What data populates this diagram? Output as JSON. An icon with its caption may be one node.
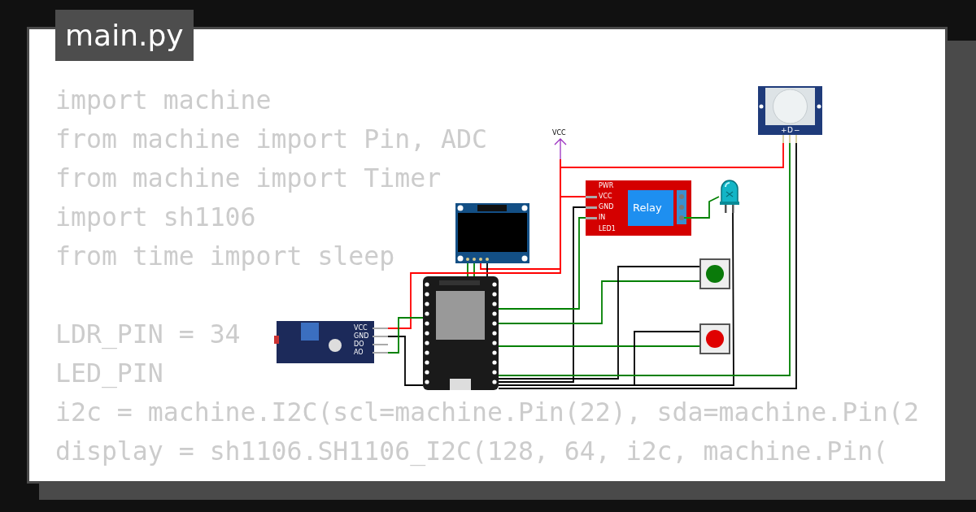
{
  "diagram": {
    "nodes": [
      {
        "text": [
          "+",
          "D",
          "−"
        ]
      },
      {
        "text": [
          "VCC"
        ]
      },
      {
        "text": [],
        "shape": "picture"
      },
      {
        "text": [
          "PWR",
          "VCC",
          "GND",
          "IN",
          "LED1",
          "Relay"
        ]
      },
      {
        "text": [],
        "shape": "picture"
      },
      {
        "text": [],
        "shape": "picture"
      },
      {
        "text": [],
        "shape": "picture"
      },
      {
        "text": [],
        "shape": "picture"
      },
      {
        "text": [
          "VCC",
          "GND",
          "DO",
          "AO"
        ]
      }
    ],
    "edges": [
      {
        "from": 2,
        "to": 1,
        "arrow": "none",
        "color": "#ff0000"
      },
      {
        "from": 2,
        "to": 6,
        "arrow": "none"
      },
      {
        "from": 2,
        "to": 6,
        "arrow": "none"
      },
      {
        "from": 2,
        "to": 6,
        "arrow": "none",
        "color": "#000000"
      },
      {
        "from": 1,
        "to": 0,
        "arrow": "none",
        "color": "#ff0000"
      },
      {
        "from": 1,
        "to": 3,
        "arrow": "none",
        "color": "#ff0000"
      },
      {
        "from": 1,
        "to": 8,
        "arrow": "none",
        "color": "#ff0000"
      },
      {
        "from": 3,
        "to": 6,
        "arrow": "none",
        "color": "#000000"
      },
      {
        "from": 3,
        "to": 6,
        "arrow": "none"
      },
      {
        "from": 3,
        "to": 4,
        "arrow": "none"
      },
      {
        "from": 4,
        "to": 6,
        "arrow": "none",
        "color": "#000000"
      },
      {
        "from": 5,
        "to": 6,
        "arrow": "none"
      },
      {
        "from": 5,
        "to": 6,
        "arrow": "none",
        "color": "#000000"
      },
      {
        "from": 7,
        "to": 6,
        "arrow": "none"
      },
      {
        "from": 7,
        "to": 6,
        "arrow": "none",
        "color": "#000000"
      },
      {
        "from": 0,
        "to": 6,
        "arrow": "none"
      },
      {
        "from": 0,
        "to": 6,
        "arrow": "none",
        "color": "#000000"
      },
      {
        "from": 8,
        "to": 6,
        "arrow": "none",
        "color": "#000000"
      },
      {
        "from": 8,
        "to": 6,
        "arrow": "none"
      }
    ],
    "labels": [
      "main.py",
      "import machine",
      "from machine import Pin, ADC",
      "from machine import Timer",
      "import sh1106",
      "from time import sleep",
      "LDR_PIN = 34",
      "LED_PIN",
      "i2c = machine.I2C(scl=machine.Pin(22), sda=machine.Pin(2",
      "display = sh1106.SH1106_I2C(128, 64, i2c, machine.Pin("
    ]
  }
}
